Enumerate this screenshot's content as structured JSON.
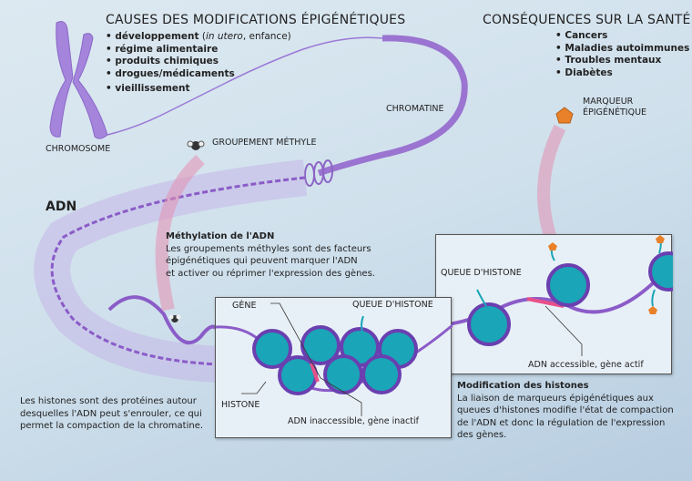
{
  "causes": {
    "title": "CAUSES DES MODIFICATIONS ÉPIGÉNÉTIQUES",
    "items": [
      {
        "bold": "développement",
        "extra_italic": "in utero",
        "extra": ", enfance)"
      },
      {
        "bold": "régime alimentaire"
      },
      {
        "bold": "produits chimiques"
      },
      {
        "bold": "drogues/médicaments"
      },
      {
        "bold": "vieillissement"
      }
    ]
  },
  "consequences": {
    "title": "CONSÉQUENCES SUR LA SANTÉ",
    "items": [
      "Cancers",
      "Maladies autoimmunes",
      "Troubles mentaux",
      "Diabètes"
    ]
  },
  "labels": {
    "chromosome": "CHROMOSOME",
    "chromatine": "CHROMATINE",
    "methyl_group": "GROUPEMENT MÉTHYLE",
    "marker_line1": "MARQUEUR",
    "marker_line2": "ÉPIGÉNÉTIQUE",
    "adn": "ADN",
    "gene": "GÈNE",
    "histone_tail_left": "QUEUE D'HISTONE",
    "histone": "HISTONE",
    "inaccessible": "ADN inaccessible, gène inactif",
    "histone_tail_right": "QUEUE D'HISTONE",
    "accessible": "ADN accessible, gène actif"
  },
  "methylation": {
    "title": "Méthylation de l'ADN",
    "lines": [
      "Les groupements méthyles sont des facteurs",
      "épigénétiques qui peuvent marquer l'ADN",
      "et activer ou réprimer l'expression des gènes."
    ]
  },
  "histones_note": {
    "lines": [
      "Les histones sont des protéines autour",
      "desquelles l'ADN peut s'enrouler, ce qui",
      "permet la compaction de la chromatine."
    ]
  },
  "histone_modification": {
    "title": "Modification des histones",
    "lines": [
      "La liaison de marqueurs épigénétiques aux",
      "queues d'histones modifie l'état de compaction",
      "de l'ADN et donc la régulation de l'expression",
      "des gènes."
    ]
  },
  "colors": {
    "dna": "#8b5cc8",
    "histone": "#1aa5b8",
    "marker": "#e8812a",
    "gene": "#e8508a"
  }
}
